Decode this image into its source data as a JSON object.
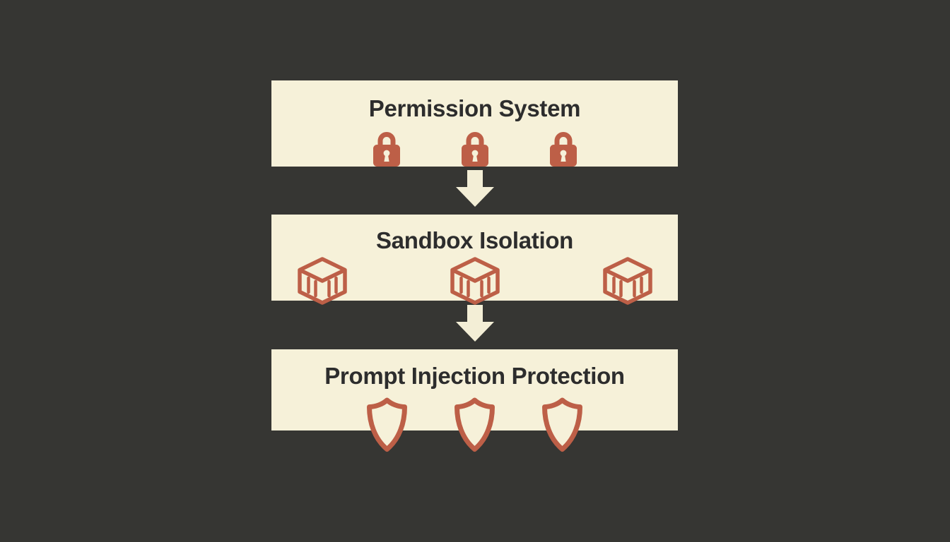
{
  "diagram": {
    "theme": {
      "background_color": "#363633",
      "panel_color": "#f6f1d9",
      "icon_color": "#bd5f47",
      "title_color": "#2d2d2d",
      "arrow_color": "#f3eed6"
    },
    "layers": [
      {
        "title": "Permission System",
        "icon": "lock-icon",
        "icon_count": 3
      },
      {
        "title": "Sandbox Isolation",
        "icon": "crate-icon",
        "icon_count": 3
      },
      {
        "title": "Prompt Injection Protection",
        "icon": "shield-icon",
        "icon_count": 3
      }
    ],
    "connectors": [
      {
        "icon": "down-arrow-icon",
        "from": "Permission System",
        "to": "Sandbox Isolation"
      },
      {
        "icon": "down-arrow-icon",
        "from": "Sandbox Isolation",
        "to": "Prompt Injection Protection"
      }
    ]
  }
}
